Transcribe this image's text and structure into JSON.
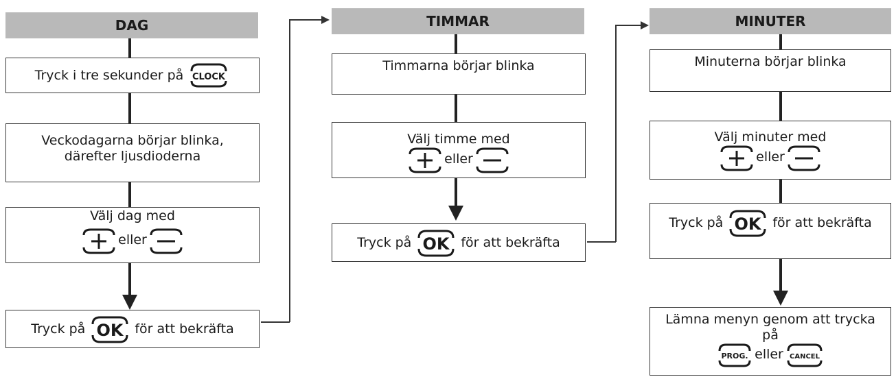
{
  "columns": [
    {
      "header": "DAG",
      "steps": {
        "s1_text": "Tryck i tre sekunder på",
        "s1_button": "CLOCK",
        "s2_line1": "Veckodagarna börjar blinka,",
        "s2_line2": "därefter ljusdioderna",
        "s3_line1": "Välj dag med",
        "s3_or": "eller",
        "s4_pre": "Tryck på",
        "s4_button": "OK",
        "s4_post": "för att bekräfta"
      }
    },
    {
      "header": "TIMMAR",
      "steps": {
        "s1_text": "Timmarna börjar blinka",
        "s2_line1": "Välj timme med",
        "s2_or": "eller",
        "s3_pre": "Tryck på",
        "s3_button": "OK",
        "s3_post": "för att bekräfta"
      }
    },
    {
      "header": "MINUTER",
      "steps": {
        "s1_text": "Minuterna börjar blinka",
        "s2_line1": "Välj minuter med",
        "s2_or": "eller",
        "s3_pre": "Tryck på",
        "s3_button": "OK",
        "s3_post": "för att bekräfta",
        "s4_line1": "Lämna menyn genom att trycka",
        "s4_line2": "på",
        "s4_button1": "PROG.",
        "s4_or": "eller",
        "s4_button2": "CANCEL"
      }
    }
  ],
  "icons": {
    "plus": "plus-button-icon",
    "minus": "minus-button-icon"
  }
}
